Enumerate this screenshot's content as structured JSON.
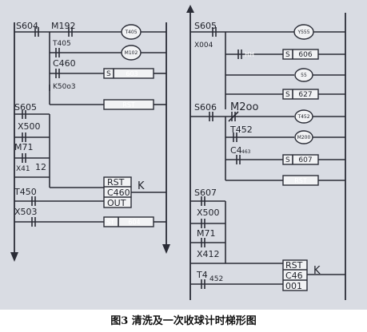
{
  "caption": "图3 清洗及一次收球计时梯形图",
  "left": {
    "r1": {
      "c1": "S604",
      "c2": "M192",
      "coil": "T405"
    },
    "r2": {
      "c1": "T405",
      "coil": "M102"
    },
    "r3": {
      "c1": "C460",
      "coil_set": "S",
      "coil_num": "603"
    },
    "r4": {
      "c1": "K50o3",
      "coil": "RST"
    },
    "r5": {
      "c1": "S605",
      "c2": "X500",
      "c3": "M71",
      "c4": "X41",
      "c4b": "12"
    },
    "r6": {
      "c1": "T450",
      "box_l1": "RST",
      "box_l2": "C460",
      "box_l3": "OUT",
      "side": "K"
    },
    "r7": {
      "c1": "X503",
      "coil_set": "ST",
      "coil_num": "604"
    }
  },
  "right": {
    "r1": {
      "c1": "S605",
      "c2": "X004",
      "coil": "Y555"
    },
    "r2": {
      "c1": "HH",
      "coil_set": "S",
      "coil_num": "606"
    },
    "r3": {
      "coil": "55"
    },
    "r4": {
      "coil_set": "S",
      "coil_num": "627"
    },
    "r5": {
      "c1": "S606",
      "c2": "M2oo",
      "coil": "T452"
    },
    "r6": {
      "c1": "T452",
      "coil": "M200"
    },
    "r7": {
      "c1": "C4",
      "c1b": "463",
      "coil_set": "S",
      "coil_num": "607"
    },
    "r8": {
      "coil": "RST"
    },
    "r9": {
      "c1": "S607",
      "c2": "X500",
      "c3": "M71",
      "c4": "X412",
      "c5": "T4",
      "c5b": "452"
    },
    "r10": {
      "box_l1": "RST",
      "box_l2": "C46",
      "box_l3": "001",
      "side": "K"
    }
  }
}
